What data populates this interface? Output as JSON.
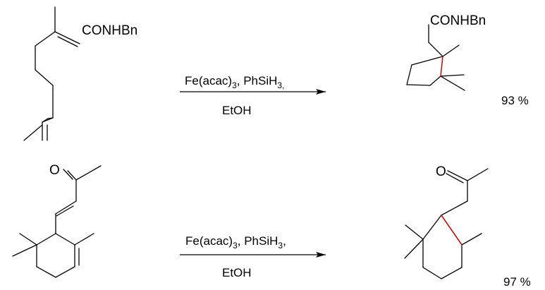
{
  "reactions": [
    {
      "substrate_group": "CONHBn",
      "product_group": "CONHBn",
      "conditions": {
        "line1": {
          "a": "Fe(acac)",
          "a_sub": "3",
          "b": ", PhSiH",
          "b_sub": "3,",
          "tail": ""
        },
        "line2": "EtOH"
      },
      "yield": "93 %"
    },
    {
      "substrate_group": "O",
      "product_group": "O",
      "conditions": {
        "line1": {
          "a": "Fe(acac)",
          "a_sub": "3",
          "b": ", PhSiH",
          "b_sub": "3",
          "tail": ","
        },
        "line2": "EtOH"
      },
      "yield": "97 %"
    }
  ],
  "colors": {
    "new_bond": "#e00000"
  }
}
